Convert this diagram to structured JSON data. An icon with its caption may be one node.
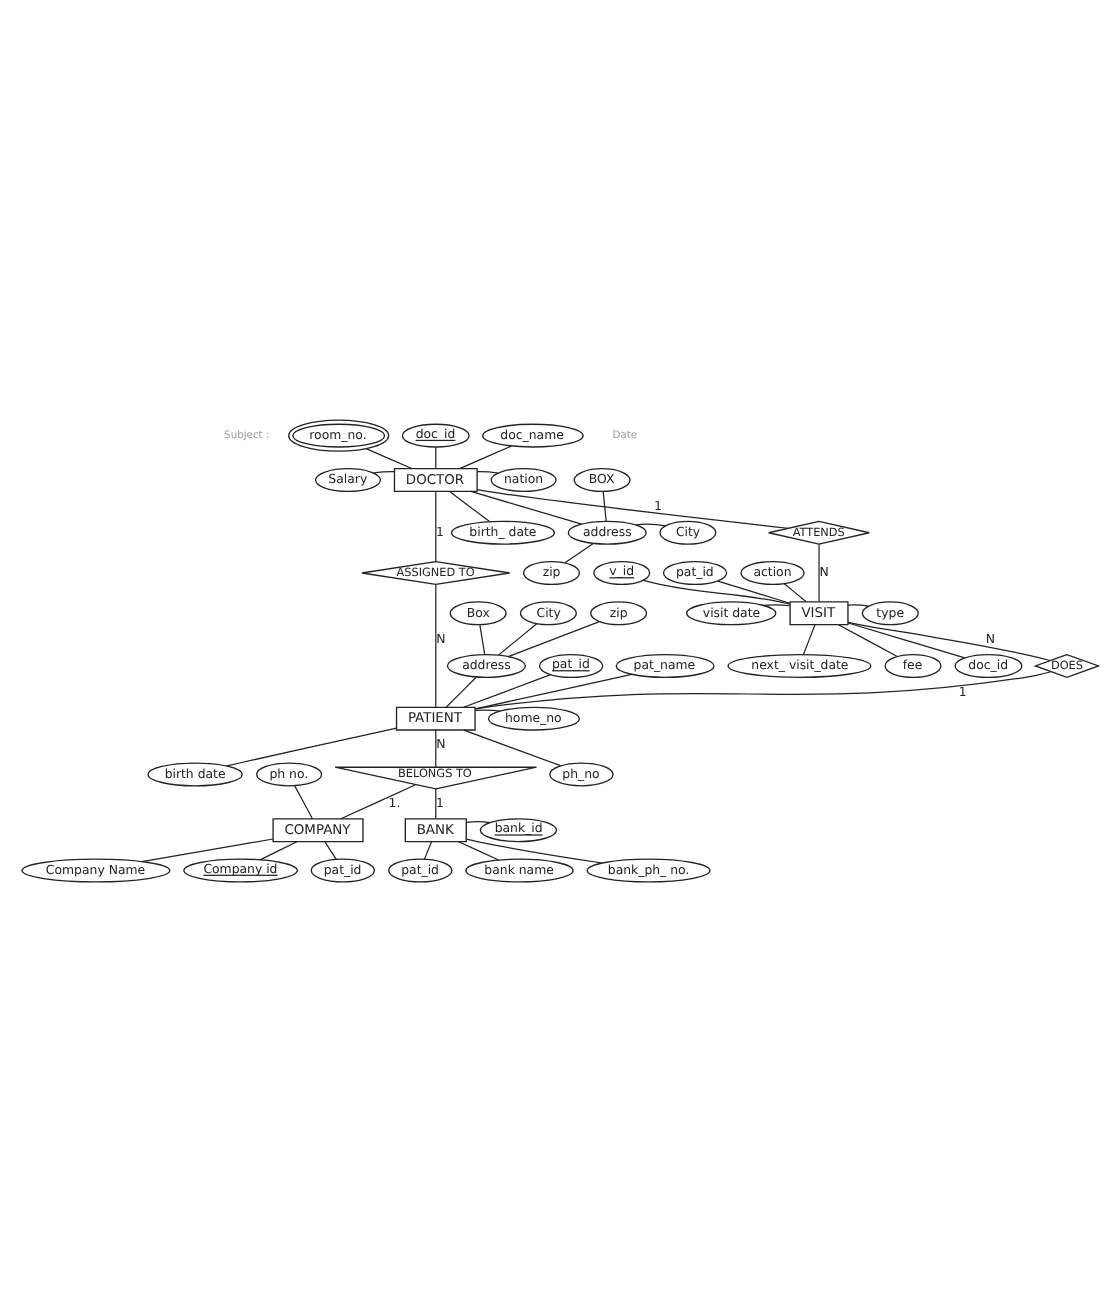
{
  "diagram": {
    "nodes": [
      {
        "text": [
          "room_no."
        ]
      },
      {
        "text": [
          "doc_id"
        ]
      },
      {
        "text": [
          "doc_name"
        ]
      },
      {
        "text": [
          "Salary"
        ]
      },
      {
        "text": [
          "DOCTOR"
        ]
      },
      {
        "text": [
          "nation"
        ]
      },
      {
        "text": [
          "BOX"
        ]
      },
      {
        "text": [
          "address"
        ]
      },
      {
        "text": [
          "City"
        ]
      },
      {
        "text": [
          "birth_ date"
        ]
      },
      {
        "text": [
          "zip"
        ]
      },
      {
        "text": [
          "ATTENDS"
        ]
      },
      {
        "text": [
          "ASSIGNED TO"
        ]
      },
      {
        "text": [
          "pat_id"
        ]
      },
      {
        "text": [
          "v_id"
        ]
      },
      {
        "text": [
          "action"
        ]
      },
      {
        "text": [
          "visit date"
        ]
      },
      {
        "text": [
          "VISIT"
        ]
      },
      {
        "text": [
          "type"
        ]
      },
      {
        "text": [
          "next_ visit_date"
        ]
      },
      {
        "text": [
          "fee"
        ]
      },
      {
        "text": [
          "doc_id"
        ]
      },
      {
        "text": [
          "DOES"
        ]
      },
      {
        "text": [
          "Box"
        ]
      },
      {
        "text": [
          "City"
        ]
      },
      {
        "text": [
          "zip"
        ]
      },
      {
        "text": [
          "address"
        ]
      },
      {
        "text": [
          "pat_id"
        ]
      },
      {
        "text": [
          "pat_name"
        ]
      },
      {
        "text": [
          "PATIENT"
        ]
      },
      {
        "text": [
          "home_no"
        ]
      },
      {
        "text": [
          "ph_no"
        ]
      },
      {
        "text": [
          "birth date"
        ]
      },
      {
        "text": [
          "BELONGS TO"
        ]
      },
      {
        "text": [
          "ph no."
        ]
      },
      {
        "text": [
          "COMPANY"
        ]
      },
      {
        "text": [
          "BANK"
        ]
      },
      {
        "text": [
          "bank_id"
        ]
      },
      {
        "text": [
          "Company Name"
        ]
      },
      {
        "text": [
          "pat_id"
        ]
      },
      {
        "text": [
          "Company id"
        ]
      },
      {
        "text": [
          "bank_ph_ no."
        ]
      },
      {
        "text": [
          "pat_id"
        ]
      },
      {
        "text": [
          "bank name"
        ]
      }
    ],
    "edges": [
      {
        "from": 0,
        "to": 4,
        "arrow": "none"
      },
      {
        "from": 1,
        "to": 4,
        "arrow": "none"
      },
      {
        "from": 2,
        "to": 4,
        "arrow": "none"
      },
      {
        "from": 3,
        "to": 4,
        "arrow": "none"
      },
      {
        "from": 4,
        "to": 5,
        "arrow": "none"
      },
      {
        "from": 4,
        "to": 9,
        "arrow": "none"
      },
      {
        "from": 4,
        "to": 7,
        "arrow": "none"
      },
      {
        "from": 6,
        "to": 7,
        "arrow": "none"
      },
      {
        "from": 7,
        "to": 8,
        "arrow": "none"
      },
      {
        "from": 7,
        "to": 10,
        "arrow": "none"
      },
      {
        "from": 4,
        "to": 11,
        "arrow": "none",
        "label": "1"
      },
      {
        "from": 11,
        "to": 17,
        "arrow": "none",
        "label": "N"
      },
      {
        "from": 4,
        "to": 12,
        "arrow": "none",
        "label": "1"
      },
      {
        "from": 12,
        "to": 29,
        "arrow": "none",
        "label": "N"
      },
      {
        "from": 13,
        "to": 17,
        "arrow": "none"
      },
      {
        "from": 14,
        "to": 17,
        "arrow": "none"
      },
      {
        "from": 15,
        "to": 17,
        "arrow": "none"
      },
      {
        "from": 16,
        "to": 17,
        "arrow": "none"
      },
      {
        "from": 17,
        "to": 18,
        "arrow": "none"
      },
      {
        "from": 17,
        "to": 19,
        "arrow": "none"
      },
      {
        "from": 17,
        "to": 20,
        "arrow": "none"
      },
      {
        "from": 17,
        "to": 21,
        "arrow": "none"
      },
      {
        "from": 17,
        "to": 22,
        "arrow": "none",
        "label": "N"
      },
      {
        "from": 22,
        "to": 29,
        "arrow": "none",
        "label": "1"
      },
      {
        "from": 23,
        "to": 26,
        "arrow": "none"
      },
      {
        "from": 24,
        "to": 26,
        "arrow": "none"
      },
      {
        "from": 25,
        "to": 26,
        "arrow": "none"
      },
      {
        "from": 26,
        "to": 29,
        "arrow": "none"
      },
      {
        "from": 27,
        "to": 29,
        "arrow": "none"
      },
      {
        "from": 28,
        "to": 29,
        "arrow": "none"
      },
      {
        "from": 29,
        "to": 30,
        "arrow": "none"
      },
      {
        "from": 29,
        "to": 31,
        "arrow": "none"
      },
      {
        "from": 29,
        "to": 32,
        "arrow": "none"
      },
      {
        "from": 29,
        "to": 33,
        "arrow": "none",
        "label": "N"
      },
      {
        "from": 33,
        "to": 35,
        "arrow": "none",
        "label": "1."
      },
      {
        "from": 33,
        "to": 36,
        "arrow": "none",
        "label": "1"
      },
      {
        "from": 34,
        "to": 35,
        "arrow": "none"
      },
      {
        "from": 36,
        "to": 37,
        "arrow": "none"
      },
      {
        "from": 35,
        "to": 38,
        "arrow": "none"
      },
      {
        "from": 35,
        "to": 39,
        "arrow": "none"
      },
      {
        "from": 35,
        "to": 40,
        "arrow": "none"
      },
      {
        "from": 36,
        "to": 41,
        "arrow": "none"
      },
      {
        "from": 36,
        "to": 42,
        "arrow": "none"
      },
      {
        "from": 36,
        "to": 43,
        "arrow": "none"
      }
    ],
    "labels": [
      "Subject :",
      "Date"
    ]
  }
}
